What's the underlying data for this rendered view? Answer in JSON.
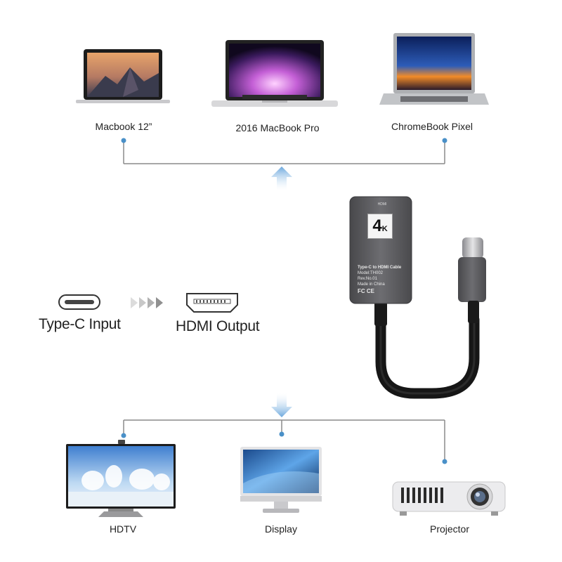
{
  "devices_top": [
    {
      "label": "Macbook 12”",
      "icon": "laptop-icon"
    },
    {
      "label": "2016 MacBook Pro",
      "icon": "laptop-icon"
    },
    {
      "label": "ChromeBook Pixel",
      "icon": "laptop-icon"
    }
  ],
  "devices_bottom": [
    {
      "label": "HDTV",
      "icon": "tv-icon"
    },
    {
      "label": "Display",
      "icon": "monitor-icon"
    },
    {
      "label": "Projector",
      "icon": "projector-icon"
    }
  ],
  "conversion": {
    "input_label": "Type-C Input",
    "output_label": "HDMI Output"
  },
  "adapter": {
    "port_label": "HDMI",
    "badge_big": "4",
    "badge_small": "K",
    "spec_title": "Type-C to HDMI Cable",
    "model": "Model:TH002",
    "rev": "Rev.No.01",
    "made_in": "Made in China",
    "cert": "FC CE"
  },
  "colors": {
    "line": "#8a8a8a",
    "dot": "#4a90c8",
    "arrow": "#7fb3e0",
    "adapter_body": "#5b5b5e",
    "cable": "#1a1a1a"
  }
}
